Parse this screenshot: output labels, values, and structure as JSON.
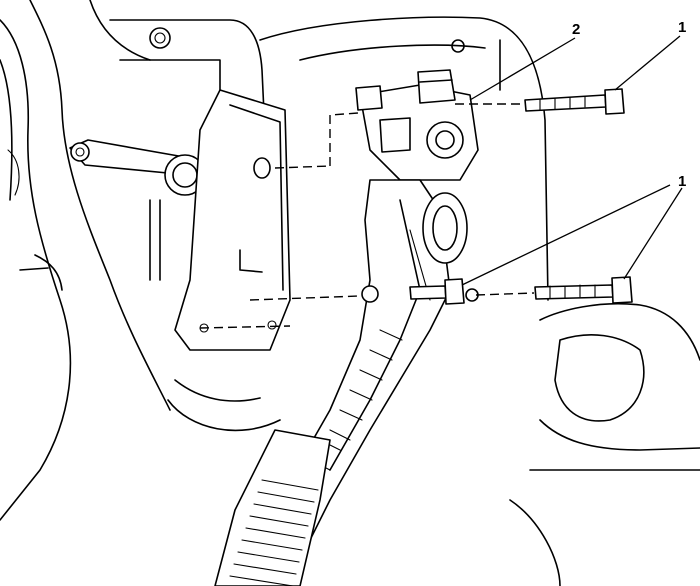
{
  "callouts": [
    {
      "label": "1"
    },
    {
      "label": "2"
    },
    {
      "label": "1"
    }
  ]
}
